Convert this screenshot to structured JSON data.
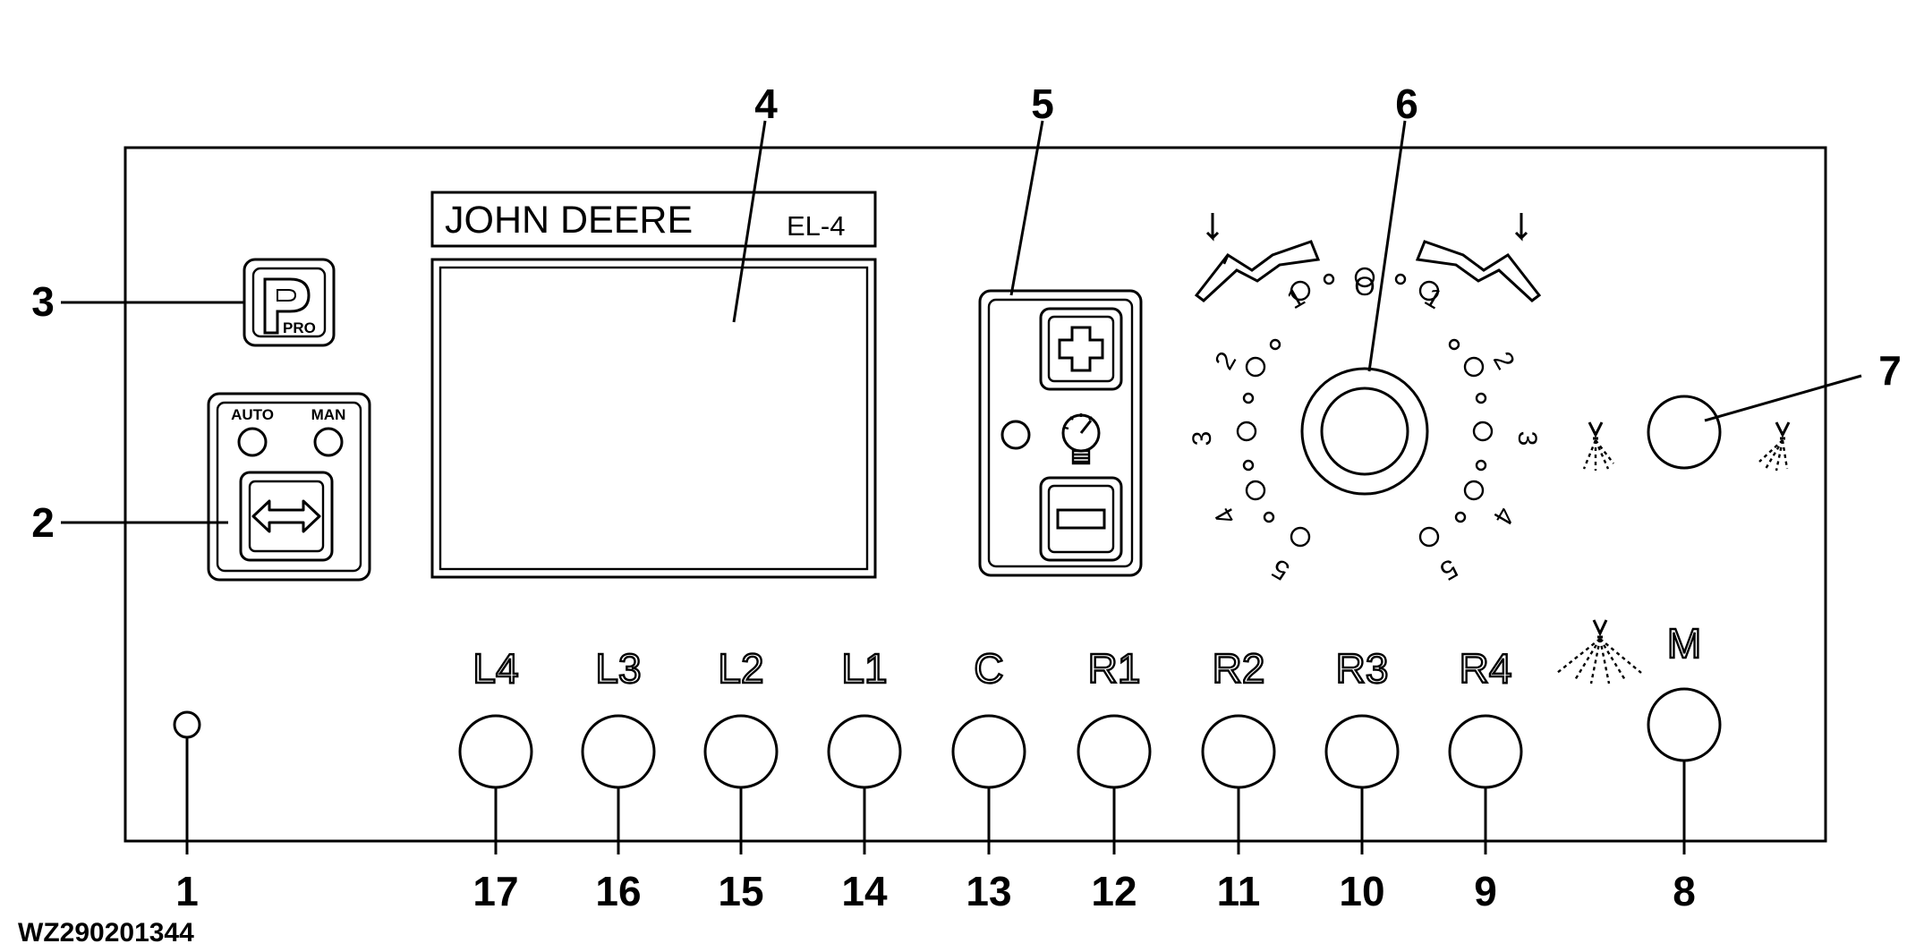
{
  "brand": "JOHN DEERE",
  "model": "EL-4",
  "auto_label": "AUTO",
  "man_label": "MAN",
  "pro_logo": "PRO",
  "figure_id": "WZ290201344",
  "dial_center_label": "O",
  "dial_left_labels": [
    "1",
    "2",
    "3",
    "4",
    "5"
  ],
  "dial_right_labels": [
    "1",
    "2",
    "3",
    "4",
    "5"
  ],
  "section_keys": [
    "L4",
    "L3",
    "L2",
    "L1",
    "C",
    "R1",
    "R2",
    "R3",
    "R4"
  ],
  "master_key": "M",
  "callouts": [
    "1",
    "2",
    "3",
    "4",
    "5",
    "6",
    "7",
    "8",
    "9",
    "10",
    "11",
    "12",
    "13",
    "14",
    "15",
    "16",
    "17"
  ],
  "icons": {
    "pro": "pro-logo-icon",
    "auto_man_toggle": "double-arrow-icon",
    "pressure": "pressure-gauge-icon",
    "plus": "plus-icon",
    "minus": "minus-icon",
    "boom_fold": "boom-fold-icon",
    "spray_left": "spray-nozzle-left-icon",
    "spray_right": "spray-nozzle-right-icon",
    "spray_master": "spray-nozzle-master-icon"
  }
}
